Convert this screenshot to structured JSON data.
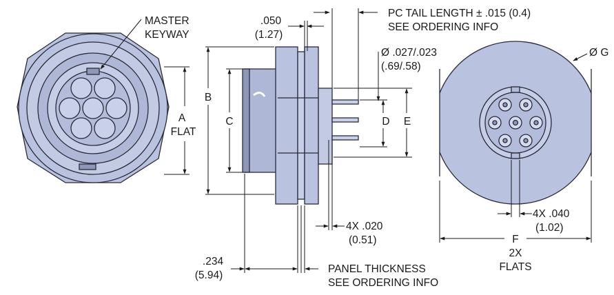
{
  "colors": {
    "body_fill": "#b9c2de",
    "body_dark": "#8e97b8",
    "body_light": "#d6dcee",
    "pin_fill": "#c9d1ea",
    "line": "#1a1a1a"
  },
  "front_view": {
    "master_keyway_line1": "MASTER",
    "master_keyway_line2": "KEYWAY",
    "dim_a_label": "A",
    "dim_a_sub": "FLAT"
  },
  "side_view": {
    "dim_b": "B",
    "dim_c": "C",
    "dim_d": "D",
    "dim_e": "E",
    "flange_in": ".050",
    "flange_mm": "(1.27)",
    "tail_line1": "PC TAIL LENGTH ± .015 (0.4)",
    "tail_line2": "SEE ORDERING INFO",
    "pin_dia_in": "Ø .027/.023",
    "pin_dia_mm": "(.69/.58)",
    "gap_in": "4X .020",
    "gap_mm": "(0.51)",
    "depth_in": ".234",
    "depth_mm": "(5.94)",
    "panel_line1": "PANEL THICKNESS",
    "panel_line2": "SEE ORDERING INFO"
  },
  "rear_view": {
    "dim_g": "Ø G",
    "flat_in": "4X .040",
    "flat_mm": "(1.02)",
    "dim_f": "F",
    "flats_count": "2X",
    "flats_label": "FLATS"
  }
}
